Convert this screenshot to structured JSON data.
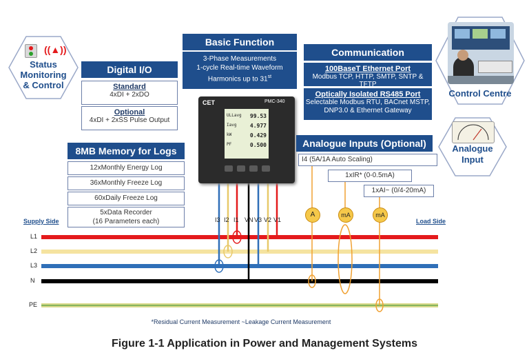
{
  "status": {
    "label_line1": "Status",
    "label_line2": "Monitoring",
    "label_line3": "& Control"
  },
  "digital_io": {
    "title": "Digital I/O",
    "standard_title": "Standard",
    "standard_text": "4xDI + 2xDO",
    "optional_title": "Optional",
    "optional_text": "4xDI + 2xSS Pulse Output"
  },
  "basic_function": {
    "title": "Basic Function",
    "line1": "3-Phase Measurements",
    "line2": "1-cycle Real-time Waveform",
    "line3": "Harmonics up to 31",
    "line3_sup": "st"
  },
  "communication": {
    "title": "Communication",
    "eth_title": "100BaseT Ethernet Port",
    "eth_text": "Modbus TCP, HTTP, SMTP, SNTP & TFTP",
    "rs485_title": "Optically Isolated RS485 Port",
    "rs485_line1": "Selectable Modbus RTU, BACnet MSTP,",
    "rs485_line2": "DNP3.0 & Ethernet Gateway"
  },
  "control_centre": {
    "label": "Control Centre"
  },
  "memory": {
    "title": "8MB Memory for Logs",
    "items": [
      "12xMonthly Energy Log",
      "36xMonthly Freeze Log",
      "60xDaily Freeze Log"
    ],
    "recorder_line1": "5xData Recorder",
    "recorder_line2": "(16 Parameters each)"
  },
  "analogue": {
    "title": "Analogue Inputs (Optional)",
    "i4": "I4 (5A/1A Auto Scaling)",
    "ir": "1xIR* (0-0.5mA)",
    "ai": "1xAI~ (0/4-20mA)",
    "hex_line1": "Analogue",
    "hex_line2": "Input",
    "gauge_a": "A",
    "gauge_ma1": "mA",
    "gauge_ma2": "mA"
  },
  "meter": {
    "brand": "CET",
    "model": "PMC-340",
    "values": [
      "99.53",
      "4.977",
      "0.429",
      "0.500"
    ],
    "row_labels": [
      "ULLavg",
      "Iavg",
      "kW",
      "PF"
    ]
  },
  "wires": {
    "terminal_labels": [
      "I3",
      "I2",
      "I1",
      "VN",
      "V3",
      "V2",
      "V1"
    ],
    "supply_side": "Supply Side",
    "load_side": "Load Side",
    "lines": [
      "L1",
      "L2",
      "L3",
      "N",
      "PE"
    ],
    "colors": {
      "L1": "#e41a1c",
      "L2": "#f7e7a1",
      "L3": "#2f6fb8",
      "N": "#000000",
      "PE": "#e8e6a0"
    }
  },
  "footnote": "*Residual Current Measurement  ~Leakage Current Measurement",
  "caption": "Figure 1-1 Application in Power and Management Systems"
}
